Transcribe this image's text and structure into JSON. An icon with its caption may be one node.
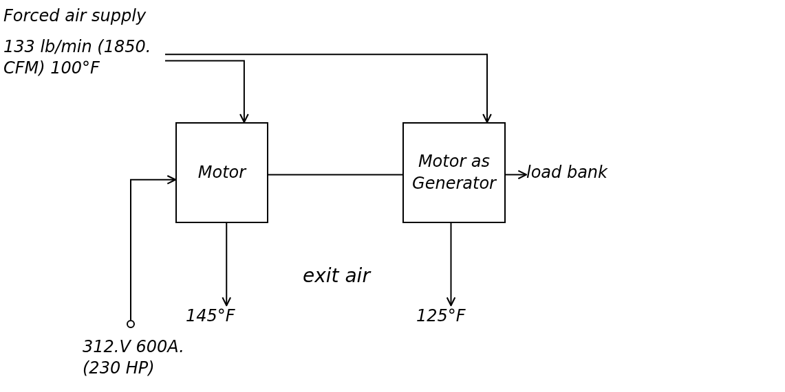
{
  "diagram": {
    "nodes": [
      {
        "text": [
          "Forced air supply",
          "133 lb/min (1850. CFM) 100°F"
        ]
      },
      {
        "text": [
          "Motor"
        ]
      },
      {
        "text": [
          "Motor as Generator"
        ]
      },
      {
        "text": [
          "load bank"
        ]
      },
      {
        "text": [],
        "shape": "circle"
      },
      {
        "text": [
          "312.V 600A. (230 HP)"
        ]
      },
      {
        "text": [
          "145°F"
        ]
      },
      {
        "text": [
          "125°F"
        ]
      }
    ],
    "edges": [
      {
        "from": 0,
        "to": 1,
        "arrow": "to"
      },
      {
        "from": 0,
        "to": 2,
        "arrow": "to"
      },
      {
        "from": 1,
        "to": 2,
        "arrow": "none"
      },
      {
        "from": 2,
        "to": 3,
        "arrow": "to"
      },
      {
        "from": 4,
        "to": 1,
        "arrow": "to"
      },
      {
        "from": 1,
        "to": 6,
        "arrow": "to"
      },
      {
        "from": 2,
        "to": 7,
        "arrow": "to"
      }
    ],
    "labels": [
      "exit air"
    ]
  }
}
